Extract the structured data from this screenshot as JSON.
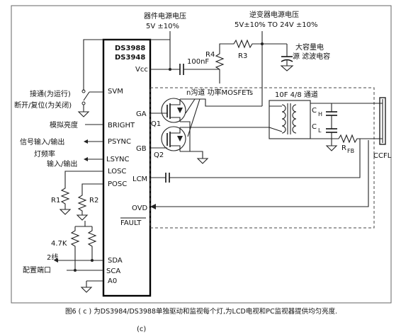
{
  "ic": {
    "name_1": "DS3988",
    "name_2": "DS3948"
  },
  "pins_left": {
    "svm": "SVM",
    "bright": "BRIGHT",
    "psync": "PSYNC",
    "lsync": "LSYNC",
    "losc": "LOSC",
    "posc": "POSC",
    "sda": "SDA",
    "sca": "SCA",
    "a0": "A0"
  },
  "pins_right": {
    "vcc": "Vcc",
    "ga": "GA",
    "gb": "GB",
    "lcm": "LCM",
    "ovd": "OVD",
    "fault": "FAULT"
  },
  "supply": {
    "device_label": "器件电源电压",
    "device_value": "5V ±10%",
    "inverter_label": "逆变器电源电压",
    "inverter_value": "5V±10% TO 24V ±10%",
    "bulk_cap_1": "大容量电",
    "bulk_cap_2": "源 滤波电容"
  },
  "components": {
    "r4": "R4",
    "r3": "R3",
    "c100nf": "100nF",
    "mosfet": "n沟道 功率MOSFETs",
    "q1": "Q1",
    "q2": "Q2",
    "transformer": "10F 4/8 通道",
    "ch": "C",
    "ch_sub": "H",
    "cl": "C",
    "cl_sub": "L",
    "rfb": "R",
    "rfb_sub": "FB",
    "ccfl": "CCFL",
    "r1": "R1",
    "r2": "R2",
    "r47k": "4.7K"
  },
  "left_labels": {
    "on_run": "接通(为运行)",
    "off_reset": "断开/复位(为关闭)",
    "analog_brightness": "模拟亮度",
    "signal_io": "信号输入/输出",
    "lamp_freq_1": "灯频率",
    "lamp_freq_2": "输入/输出",
    "two_wire": "2线",
    "config_port": "配置端口"
  },
  "caption": "图6 ( c ) 为DS3984/DS3988单独驱动和监视每个灯,为LCD电视和PC监视器提供均匀亮度.",
  "sublabel": "(c)"
}
